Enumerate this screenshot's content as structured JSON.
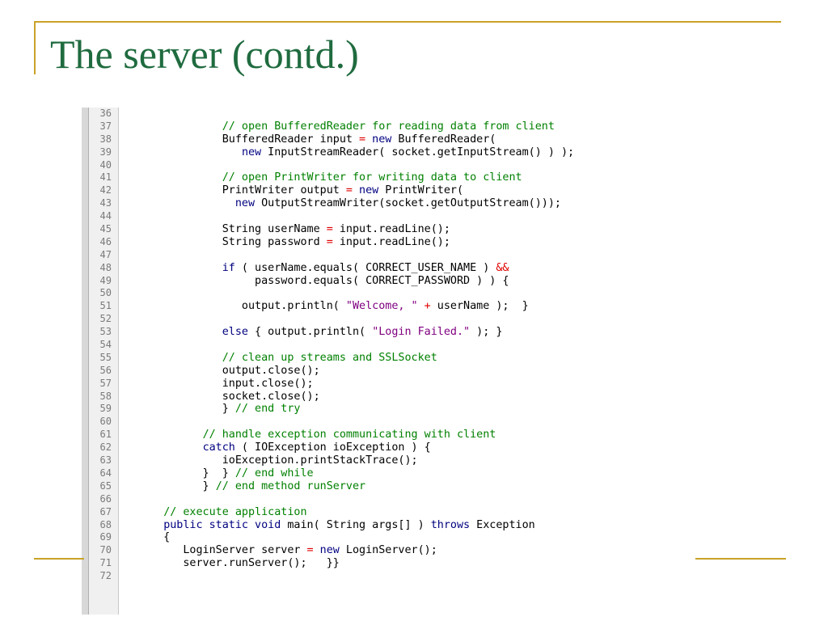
{
  "slide": {
    "title": "The server (contd.)",
    "accent_color": "#c9a227",
    "title_color": "#1f6b3f"
  },
  "code_colors": {
    "comment": "#008000",
    "keyword": "#000080",
    "string": "#800080",
    "operator": "#e00000"
  },
  "code": {
    "lines": [
      {
        "n": "36",
        "tokens": []
      },
      {
        "n": "37",
        "tokens": [
          {
            "t": "plain",
            "v": "            "
          },
          {
            "t": "comment",
            "v": "// open BufferedReader for reading data from client"
          }
        ]
      },
      {
        "n": "38",
        "tokens": [
          {
            "t": "plain",
            "v": "            BufferedReader input "
          },
          {
            "t": "op",
            "v": "="
          },
          {
            "t": "plain",
            "v": " "
          },
          {
            "t": "keyword",
            "v": "new"
          },
          {
            "t": "plain",
            "v": " BufferedReader("
          }
        ]
      },
      {
        "n": "39",
        "tokens": [
          {
            "t": "plain",
            "v": "               "
          },
          {
            "t": "keyword",
            "v": "new"
          },
          {
            "t": "plain",
            "v": " InputStreamReader( socket.getInputStream() ) );"
          }
        ]
      },
      {
        "n": "40",
        "tokens": []
      },
      {
        "n": "41",
        "tokens": [
          {
            "t": "plain",
            "v": "            "
          },
          {
            "t": "comment",
            "v": "// open PrintWriter for writing data to client"
          }
        ]
      },
      {
        "n": "42",
        "tokens": [
          {
            "t": "plain",
            "v": "            PrintWriter output "
          },
          {
            "t": "op",
            "v": "="
          },
          {
            "t": "plain",
            "v": " "
          },
          {
            "t": "keyword",
            "v": "new"
          },
          {
            "t": "plain",
            "v": " PrintWriter("
          }
        ]
      },
      {
        "n": "43",
        "tokens": [
          {
            "t": "plain",
            "v": "              "
          },
          {
            "t": "keyword",
            "v": "new"
          },
          {
            "t": "plain",
            "v": " OutputStreamWriter(socket.getOutputStream()));"
          }
        ]
      },
      {
        "n": "44",
        "tokens": []
      },
      {
        "n": "45",
        "tokens": [
          {
            "t": "plain",
            "v": "            String userName "
          },
          {
            "t": "op",
            "v": "="
          },
          {
            "t": "plain",
            "v": " input.readLine();"
          }
        ]
      },
      {
        "n": "46",
        "tokens": [
          {
            "t": "plain",
            "v": "            String password "
          },
          {
            "t": "op",
            "v": "="
          },
          {
            "t": "plain",
            "v": " input.readLine();"
          }
        ]
      },
      {
        "n": "47",
        "tokens": []
      },
      {
        "n": "48",
        "tokens": [
          {
            "t": "plain",
            "v": "            "
          },
          {
            "t": "keyword",
            "v": "if"
          },
          {
            "t": "plain",
            "v": " ( userName.equals( CORRECT_USER_NAME ) "
          },
          {
            "t": "op",
            "v": "&&"
          }
        ]
      },
      {
        "n": "49",
        "tokens": [
          {
            "t": "plain",
            "v": "                 password.equals( CORRECT_PASSWORD ) ) {"
          }
        ]
      },
      {
        "n": "50",
        "tokens": []
      },
      {
        "n": "51",
        "tokens": [
          {
            "t": "plain",
            "v": "               output.println( "
          },
          {
            "t": "string",
            "v": "\"Welcome, \""
          },
          {
            "t": "plain",
            "v": " "
          },
          {
            "t": "op",
            "v": "+"
          },
          {
            "t": "plain",
            "v": " userName );  }"
          }
        ]
      },
      {
        "n": "52",
        "tokens": []
      },
      {
        "n": "53",
        "tokens": [
          {
            "t": "plain",
            "v": "            "
          },
          {
            "t": "keyword",
            "v": "else"
          },
          {
            "t": "plain",
            "v": " { output.println( "
          },
          {
            "t": "string",
            "v": "\"Login Failed.\""
          },
          {
            "t": "plain",
            "v": " ); }"
          }
        ]
      },
      {
        "n": "54",
        "tokens": []
      },
      {
        "n": "55",
        "tokens": [
          {
            "t": "plain",
            "v": "            "
          },
          {
            "t": "comment",
            "v": "// clean up streams and SSLSocket"
          }
        ]
      },
      {
        "n": "56",
        "tokens": [
          {
            "t": "plain",
            "v": "            output.close();"
          }
        ]
      },
      {
        "n": "57",
        "tokens": [
          {
            "t": "plain",
            "v": "            input.close();"
          }
        ]
      },
      {
        "n": "58",
        "tokens": [
          {
            "t": "plain",
            "v": "            socket.close();"
          }
        ]
      },
      {
        "n": "59",
        "tokens": [
          {
            "t": "plain",
            "v": "            } "
          },
          {
            "t": "comment",
            "v": "// end try"
          }
        ]
      },
      {
        "n": "60",
        "tokens": []
      },
      {
        "n": "61",
        "tokens": [
          {
            "t": "plain",
            "v": "         "
          },
          {
            "t": "comment",
            "v": "// handle exception communicating with client"
          }
        ]
      },
      {
        "n": "62",
        "tokens": [
          {
            "t": "plain",
            "v": "         "
          },
          {
            "t": "keyword",
            "v": "catch"
          },
          {
            "t": "plain",
            "v": " ( IOException ioException ) {"
          }
        ]
      },
      {
        "n": "63",
        "tokens": [
          {
            "t": "plain",
            "v": "            ioException.printStackTrace();"
          }
        ]
      },
      {
        "n": "64",
        "tokens": [
          {
            "t": "plain",
            "v": "         }  } "
          },
          {
            "t": "comment",
            "v": "// end while"
          }
        ]
      },
      {
        "n": "65",
        "tokens": [
          {
            "t": "plain",
            "v": "         } "
          },
          {
            "t": "comment",
            "v": "// end method runServer"
          }
        ]
      },
      {
        "n": "66",
        "tokens": []
      },
      {
        "n": "67",
        "tokens": [
          {
            "t": "plain",
            "v": "   "
          },
          {
            "t": "comment",
            "v": "// execute application"
          }
        ]
      },
      {
        "n": "68",
        "tokens": [
          {
            "t": "plain",
            "v": "   "
          },
          {
            "t": "keyword",
            "v": "public static void"
          },
          {
            "t": "plain",
            "v": " main( String args[] ) "
          },
          {
            "t": "keyword",
            "v": "throws"
          },
          {
            "t": "plain",
            "v": " Exception"
          }
        ]
      },
      {
        "n": "69",
        "tokens": [
          {
            "t": "plain",
            "v": "   {"
          }
        ]
      },
      {
        "n": "70",
        "tokens": [
          {
            "t": "plain",
            "v": "      LoginServer server "
          },
          {
            "t": "op",
            "v": "="
          },
          {
            "t": "plain",
            "v": " "
          },
          {
            "t": "keyword",
            "v": "new"
          },
          {
            "t": "plain",
            "v": " LoginServer();"
          }
        ]
      },
      {
        "n": "71",
        "tokens": [
          {
            "t": "plain",
            "v": "      server.runServer();   }}"
          }
        ]
      },
      {
        "n": "72",
        "tokens": []
      }
    ]
  }
}
